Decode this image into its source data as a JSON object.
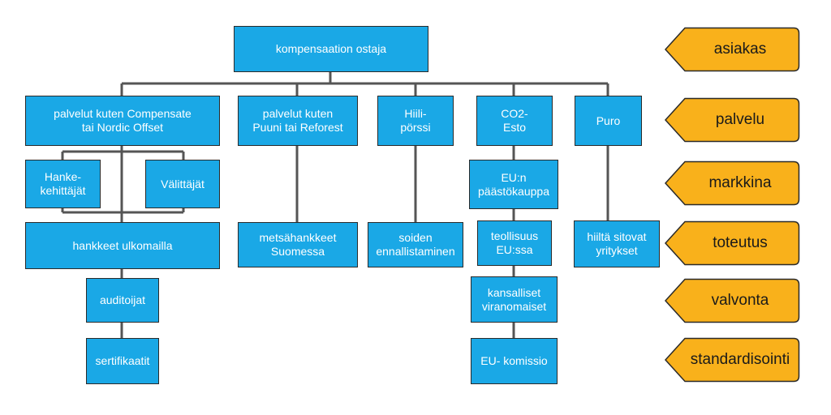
{
  "colors": {
    "node_fill": "#1aa8e6",
    "tag_fill": "#f9b11b",
    "line": "#555555"
  },
  "nodes": {
    "root": "kompensaation ostaja",
    "compensate": "palvelut kuten Compensate\ntai Nordic Offset",
    "puuni": "palvelut kuten\nPuuni tai Reforest",
    "hiilipörssi": "Hiili-\npörssi",
    "co2esto": "CO2-\nEsto",
    "puro": "Puro",
    "hankekehittajat": "Hanke-\nkehittäjät",
    "valittajat": "Välittäjät",
    "eu_paastokauppa": "EU:n\npäästökauppa",
    "hankkeet_ulkomailla": "hankkeet ulkomailla",
    "metsahankkeet": "metsähankkeet\nSuomessa",
    "soiden": "soiden\nennallistaminen",
    "teollisuus": "teollisuus\nEU:ssa",
    "hiilta_sitovat": "hiiltä sitovat\nyritykset",
    "auditoijat": "auditoijat",
    "kansalliset": "kansalliset\nviranomaiset",
    "sertifikaatit": "sertifikaatit",
    "eu_komissio": "EU- komissio"
  },
  "levels": [
    {
      "label": "asiakas"
    },
    {
      "label": "palvelu"
    },
    {
      "label": "markkina"
    },
    {
      "label": "toteutus"
    },
    {
      "label": "valvonta"
    },
    {
      "label": "standardisointi"
    }
  ]
}
